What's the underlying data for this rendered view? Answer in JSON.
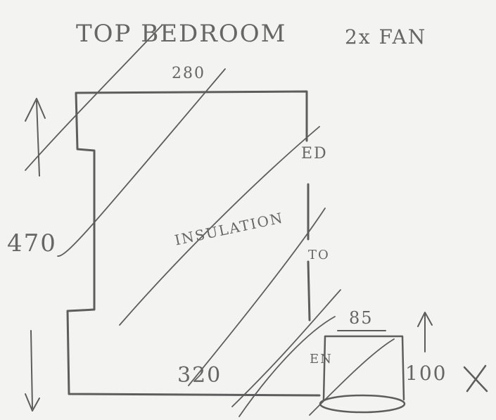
{
  "title": "TOP BEDROOM",
  "note": "2x FAN",
  "label_material": "INSULATION",
  "dims": {
    "top": "280",
    "left": "470",
    "bottom": "320",
    "right_upper": "ED",
    "right_mid": "TO",
    "right_lower": "EN",
    "box_width": "85",
    "box_height": "100",
    "mark": "X"
  },
  "pencil_color": "#5d5d5d"
}
